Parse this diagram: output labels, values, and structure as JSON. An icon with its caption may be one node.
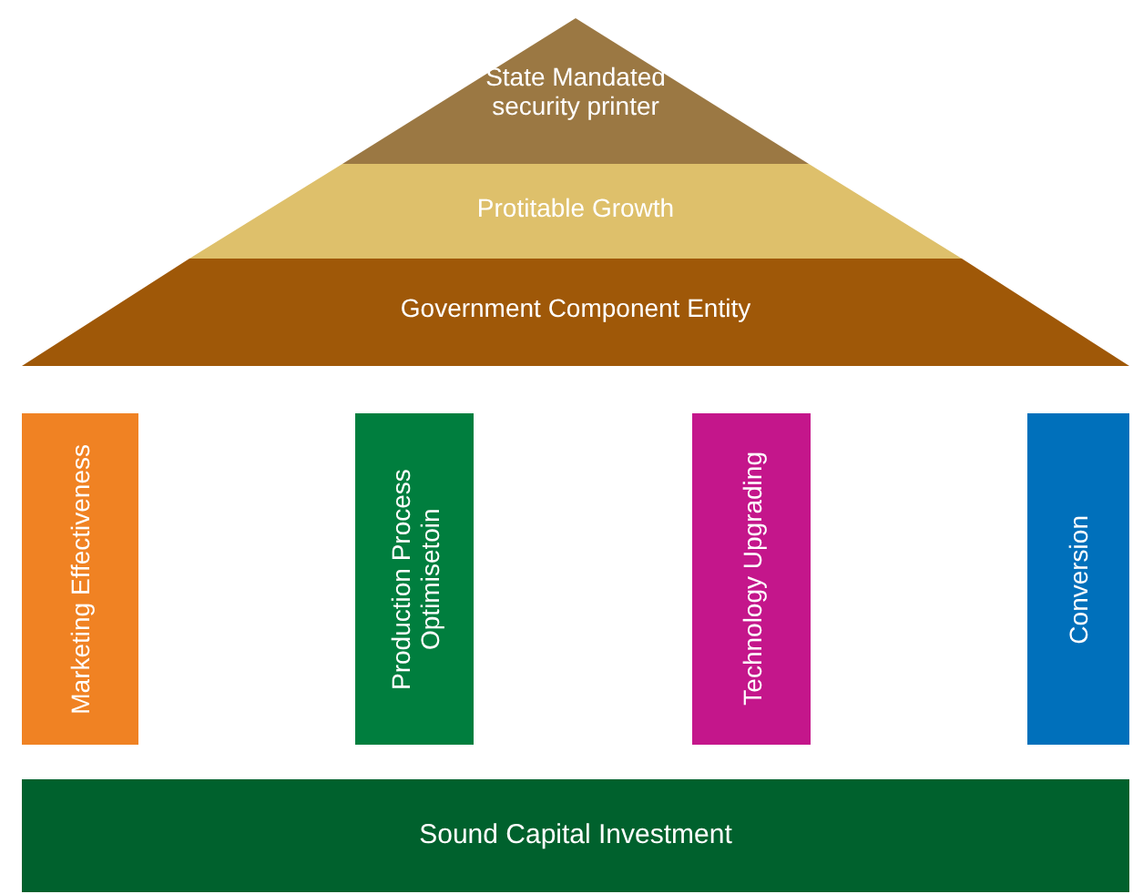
{
  "diagram": {
    "nodes": [
      {
        "text": [
          "State Mandated security printer"
        ]
      },
      {
        "text": [
          "Protitable Growth"
        ]
      },
      {
        "text": [
          "Government Component Entity"
        ]
      },
      {
        "text": [
          "Marketing Effectiveness"
        ]
      },
      {
        "text": [
          "Production Process Optimisetoin"
        ]
      },
      {
        "text": [
          "Technology Upgrading"
        ]
      },
      {
        "text": [
          "Conversion"
        ]
      },
      {
        "text": [
          "Sound Capital Investment"
        ]
      }
    ]
  }
}
